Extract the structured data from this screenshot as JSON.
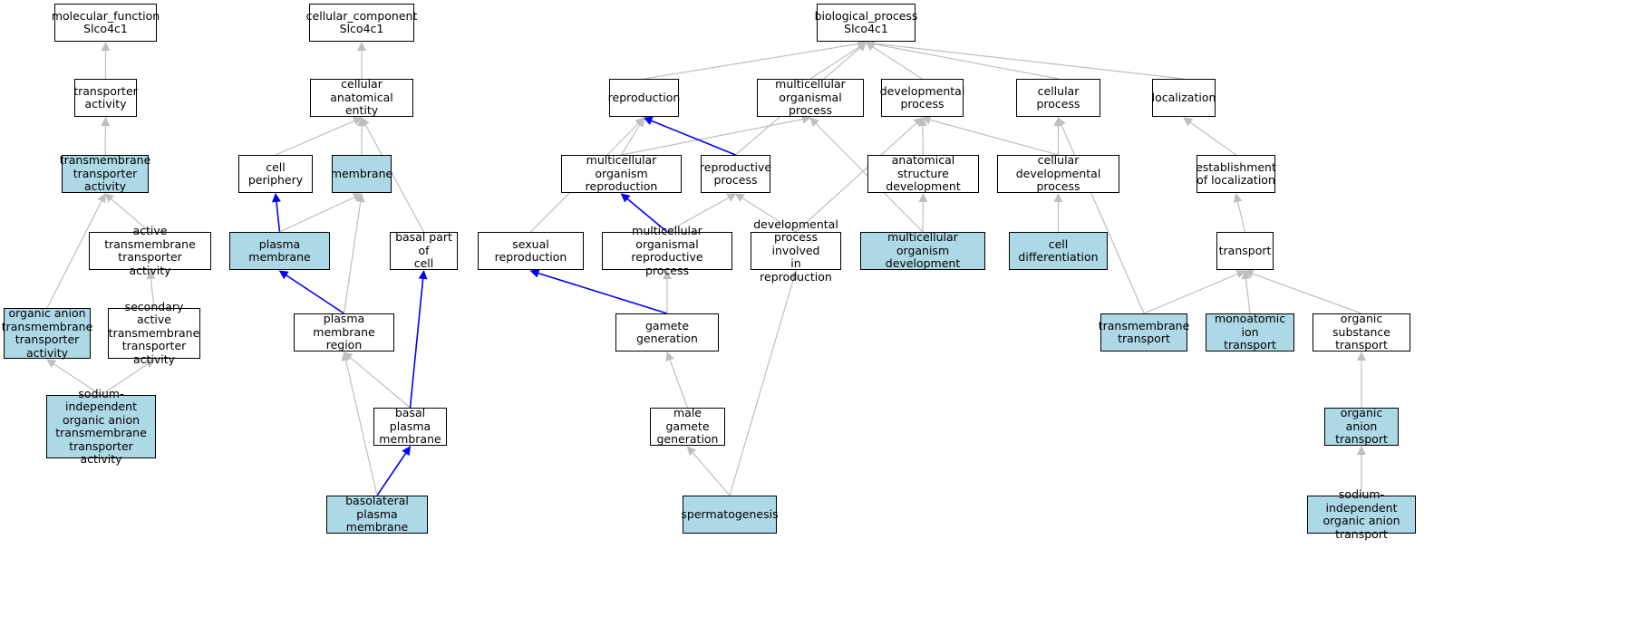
{
  "colors": {
    "highlight": "#add8e6",
    "plain": "#ffffff",
    "edge_gray": "#bfbfbf",
    "edge_blue": "#0000ff"
  },
  "nodes": {
    "mf_root": {
      "label": "molecular_function\nSlco4c1",
      "highlight": false
    },
    "transporter_activity": {
      "label": "transporter\nactivity",
      "highlight": false
    },
    "tm_transporter_activity": {
      "label": "transmembrane\ntransporter\nactivity",
      "highlight": true
    },
    "active_tm_transporter": {
      "label": "active transmembrane\ntransporter\nactivity",
      "highlight": false
    },
    "organic_anion_tm_transporter": {
      "label": "organic anion\ntransmembrane\ntransporter\nactivity",
      "highlight": true
    },
    "secondary_active_tm_transporter": {
      "label": "secondary active\ntransmembrane\ntransporter\nactivity",
      "highlight": false
    },
    "sodium_indep_oa_tm_transporter": {
      "label": "sodium-independent\norganic anion\ntransmembrane\ntransporter\nactivity",
      "highlight": true
    },
    "cc_root": {
      "label": "cellular_component\nSlco4c1",
      "highlight": false
    },
    "cellular_anatomical_entity": {
      "label": "cellular anatomical\nentity",
      "highlight": false
    },
    "cell_periphery": {
      "label": "cell periphery",
      "highlight": false
    },
    "membrane": {
      "label": "membrane",
      "highlight": true
    },
    "plasma_membrane": {
      "label": "plasma membrane",
      "highlight": true
    },
    "basal_part_of_cell": {
      "label": "basal part of\ncell",
      "highlight": false
    },
    "plasma_membrane_region": {
      "label": "plasma membrane\nregion",
      "highlight": false
    },
    "basal_plasma_membrane": {
      "label": "basal plasma\nmembrane",
      "highlight": false
    },
    "basolateral_plasma_membrane": {
      "label": "basolateral\nplasma membrane",
      "highlight": true
    },
    "bp_root": {
      "label": "biological_process\nSlco4c1",
      "highlight": false
    },
    "reproduction": {
      "label": "reproduction",
      "highlight": false
    },
    "multicellular_organismal_process": {
      "label": "multicellular\norganismal process",
      "highlight": false
    },
    "developmental_process": {
      "label": "developmental\nprocess",
      "highlight": false
    },
    "cellular_process": {
      "label": "cellular process",
      "highlight": false
    },
    "localization": {
      "label": "localization",
      "highlight": false
    },
    "multicellular_organism_reproduction": {
      "label": "multicellular\norganism reproduction",
      "highlight": false
    },
    "reproductive_process": {
      "label": "reproductive\nprocess",
      "highlight": false
    },
    "anatomical_structure_development": {
      "label": "anatomical structure\ndevelopment",
      "highlight": false
    },
    "cellular_developmental_process": {
      "label": "cellular developmental\nprocess",
      "highlight": false
    },
    "establishment_of_localization": {
      "label": "establishment\nof localization",
      "highlight": false
    },
    "sexual_reproduction": {
      "label": "sexual reproduction",
      "highlight": false
    },
    "multicellular_organismal_reproductive_process": {
      "label": "multicellular\norganismal reproductive\nprocess",
      "highlight": false
    },
    "developmental_process_involved_in_reproduction": {
      "label": "developmental\nprocess involved\nin reproduction",
      "highlight": false
    },
    "multicellular_organism_development": {
      "label": "multicellular\norganism development",
      "highlight": true
    },
    "cell_differentiation": {
      "label": "cell differentiation",
      "highlight": true
    },
    "transport": {
      "label": "transport",
      "highlight": false
    },
    "gamete_generation": {
      "label": "gamete generation",
      "highlight": false
    },
    "transmembrane_transport": {
      "label": "transmembrane\ntransport",
      "highlight": true
    },
    "monoatomic_ion_transport": {
      "label": "monoatomic ion\ntransport",
      "highlight": true
    },
    "organic_substance_transport": {
      "label": "organic substance\ntransport",
      "highlight": false
    },
    "male_gamete_generation": {
      "label": "male gamete\ngeneration",
      "highlight": false
    },
    "organic_anion_transport": {
      "label": "organic anion\ntransport",
      "highlight": true
    },
    "spermatogenesis": {
      "label": "spermatogenesis",
      "highlight": true
    },
    "sodium_indep_oa_transport": {
      "label": "sodium-independent\norganic anion\ntransport",
      "highlight": true
    }
  },
  "edges": [
    {
      "from": "transporter_activity",
      "to": "mf_root",
      "color": "gray"
    },
    {
      "from": "tm_transporter_activity",
      "to": "transporter_activity",
      "color": "gray"
    },
    {
      "from": "active_tm_transporter",
      "to": "tm_transporter_activity",
      "color": "gray"
    },
    {
      "from": "organic_anion_tm_transporter",
      "to": "tm_transporter_activity",
      "color": "gray"
    },
    {
      "from": "secondary_active_tm_transporter",
      "to": "active_tm_transporter",
      "color": "gray"
    },
    {
      "from": "sodium_indep_oa_tm_transporter",
      "to": "organic_anion_tm_transporter",
      "color": "gray"
    },
    {
      "from": "sodium_indep_oa_tm_transporter",
      "to": "secondary_active_tm_transporter",
      "color": "gray"
    },
    {
      "from": "cellular_anatomical_entity",
      "to": "cc_root",
      "color": "gray"
    },
    {
      "from": "cell_periphery",
      "to": "cellular_anatomical_entity",
      "color": "gray"
    },
    {
      "from": "membrane",
      "to": "cellular_anatomical_entity",
      "color": "gray"
    },
    {
      "from": "basal_part_of_cell",
      "to": "cellular_anatomical_entity",
      "color": "gray"
    },
    {
      "from": "plasma_membrane",
      "to": "cell_periphery",
      "color": "blue"
    },
    {
      "from": "plasma_membrane",
      "to": "membrane",
      "color": "gray"
    },
    {
      "from": "plasma_membrane_region",
      "to": "plasma_membrane",
      "color": "blue"
    },
    {
      "from": "plasma_membrane_region",
      "to": "membrane",
      "color": "gray"
    },
    {
      "from": "basal_plasma_membrane",
      "to": "plasma_membrane_region",
      "color": "gray"
    },
    {
      "from": "basal_plasma_membrane",
      "to": "basal_part_of_cell",
      "color": "blue"
    },
    {
      "from": "basolateral_plasma_membrane",
      "to": "basal_plasma_membrane",
      "color": "blue"
    },
    {
      "from": "basolateral_plasma_membrane",
      "to": "plasma_membrane_region",
      "color": "gray"
    },
    {
      "from": "reproduction",
      "to": "bp_root",
      "color": "gray"
    },
    {
      "from": "multicellular_organismal_process",
      "to": "bp_root",
      "color": "gray"
    },
    {
      "from": "developmental_process",
      "to": "bp_root",
      "color": "gray"
    },
    {
      "from": "cellular_process",
      "to": "bp_root",
      "color": "gray"
    },
    {
      "from": "localization",
      "to": "bp_root",
      "color": "gray"
    },
    {
      "from": "reproductive_process",
      "to": "bp_root",
      "color": "gray"
    },
    {
      "from": "multicellular_organism_reproduction",
      "to": "reproduction",
      "color": "gray"
    },
    {
      "from": "multicellular_organism_reproduction",
      "to": "multicellular_organismal_process",
      "color": "gray"
    },
    {
      "from": "reproductive_process",
      "to": "reproduction",
      "color": "blue"
    },
    {
      "from": "sexual_reproduction",
      "to": "reproduction",
      "color": "gray"
    },
    {
      "from": "anatomical_structure_development",
      "to": "developmental_process",
      "color": "gray"
    },
    {
      "from": "cellular_developmental_process",
      "to": "developmental_process",
      "color": "gray"
    },
    {
      "from": "cellular_developmental_process",
      "to": "cellular_process",
      "color": "gray"
    },
    {
      "from": "multicellular_organism_development",
      "to": "anatomical_structure_development",
      "color": "gray"
    },
    {
      "from": "multicellular_organism_development",
      "to": "multicellular_organismal_process",
      "color": "gray"
    },
    {
      "from": "cell_differentiation",
      "to": "cellular_developmental_process",
      "color": "gray"
    },
    {
      "from": "establishment_of_localization",
      "to": "localization",
      "color": "gray"
    },
    {
      "from": "transport",
      "to": "establishment_of_localization",
      "color": "gray"
    },
    {
      "from": "multicellular_organismal_reproductive_process",
      "to": "multicellular_organism_reproduction",
      "color": "blue"
    },
    {
      "from": "multicellular_organismal_reproductive_process",
      "to": "reproductive_process",
      "color": "gray"
    },
    {
      "from": "developmental_process_involved_in_reproduction",
      "to": "reproductive_process",
      "color": "gray"
    },
    {
      "from": "developmental_process_involved_in_reproduction",
      "to": "developmental_process",
      "color": "gray"
    },
    {
      "from": "gamete_generation",
      "to": "sexual_reproduction",
      "color": "blue"
    },
    {
      "from": "gamete_generation",
      "to": "multicellular_organismal_reproductive_process",
      "color": "gray"
    },
    {
      "from": "male_gamete_generation",
      "to": "gamete_generation",
      "color": "gray"
    },
    {
      "from": "spermatogenesis",
      "to": "male_gamete_generation",
      "color": "gray"
    },
    {
      "from": "spermatogenesis",
      "to": "developmental_process_involved_in_reproduction",
      "color": "gray"
    },
    {
      "from": "transmembrane_transport",
      "to": "transport",
      "color": "gray"
    },
    {
      "from": "transmembrane_transport",
      "to": "cellular_process",
      "color": "gray"
    },
    {
      "from": "monoatomic_ion_transport",
      "to": "transport",
      "color": "gray"
    },
    {
      "from": "organic_substance_transport",
      "to": "transport",
      "color": "gray"
    },
    {
      "from": "organic_anion_transport",
      "to": "organic_substance_transport",
      "color": "gray"
    },
    {
      "from": "sodium_indep_oa_transport",
      "to": "organic_anion_transport",
      "color": "gray"
    }
  ]
}
